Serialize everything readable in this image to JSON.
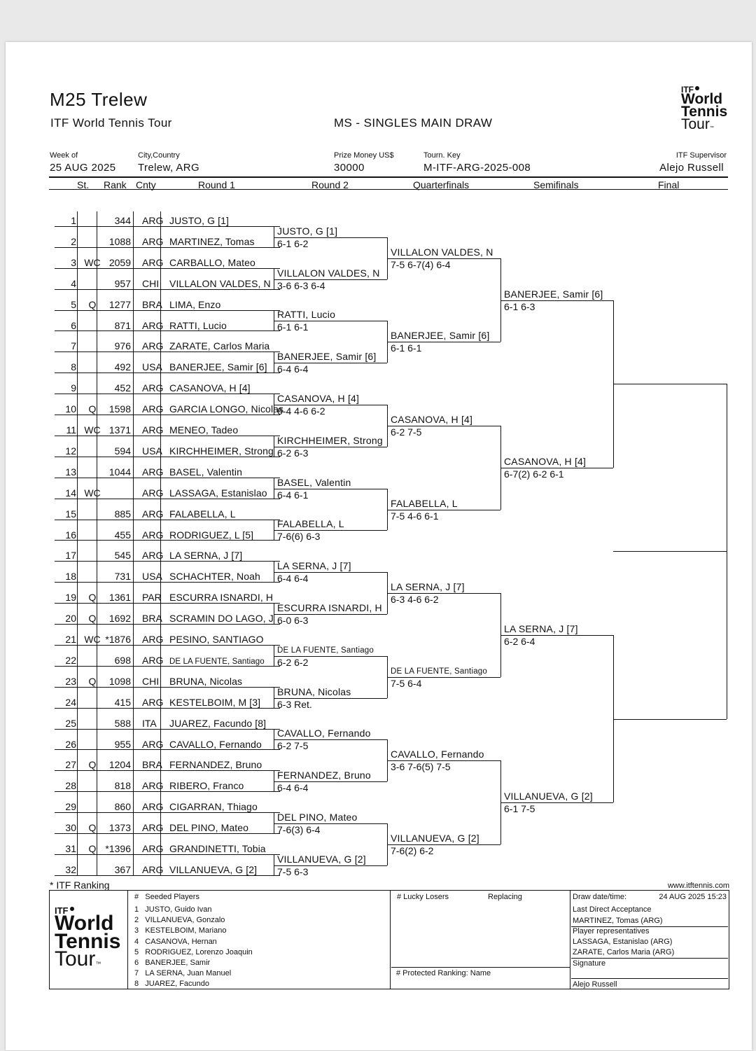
{
  "header": {
    "title": "M25 Trelew",
    "subtitle": "ITF World Tennis Tour",
    "draw_name": "MS - SINGLES MAIN DRAW",
    "week_of_label": "Week of",
    "week_of": "25 AUG 2025",
    "city_label": "City,Country",
    "city": "Trelew, ARG",
    "prize_label": "Prize Money US$",
    "prize": "30000",
    "key_label": "Tourn. Key",
    "key": "M-ITF-ARG-2025-008",
    "supervisor_label": "ITF Supervisor",
    "supervisor": "Alejo Russell"
  },
  "logo": {
    "itf": "ITF",
    "world": "World",
    "tennis": "Tennis",
    "tour": "Tour",
    "tm": "™"
  },
  "columns": {
    "st": "St.",
    "rank": "Rank",
    "cnty": "Cnty",
    "r1": "Round 1",
    "r2": "Round 2",
    "qf": "Quarterfinals",
    "sf": "Semifinals",
    "final": "Final"
  },
  "players": [
    {
      "no": "1",
      "st": "",
      "rank": "344",
      "cnty": "ARG",
      "name": "JUSTO, G [1]"
    },
    {
      "no": "2",
      "st": "",
      "rank": "1088",
      "cnty": "ARG",
      "name": "MARTINEZ, Tomas"
    },
    {
      "no": "3",
      "st": "WC",
      "rank": "2059",
      "cnty": "ARG",
      "name": "CARBALLO, Mateo"
    },
    {
      "no": "4",
      "st": "",
      "rank": "957",
      "cnty": "CHI",
      "name": "VILLALON VALDES, N"
    },
    {
      "no": "5",
      "st": "Q",
      "rank": "1277",
      "cnty": "BRA",
      "name": "LIMA, Enzo"
    },
    {
      "no": "6",
      "st": "",
      "rank": "871",
      "cnty": "ARG",
      "name": "RATTI, Lucio"
    },
    {
      "no": "7",
      "st": "",
      "rank": "976",
      "cnty": "ARG",
      "name": "ZARATE, Carlos Maria"
    },
    {
      "no": "8",
      "st": "",
      "rank": "492",
      "cnty": "USA",
      "name": "BANERJEE, Samir [6]"
    },
    {
      "no": "9",
      "st": "",
      "rank": "452",
      "cnty": "ARG",
      "name": "CASANOVA, H [4]"
    },
    {
      "no": "10",
      "st": "Q",
      "rank": "1598",
      "cnty": "ARG",
      "name": "GARCIA LONGO, Nicolas"
    },
    {
      "no": "11",
      "st": "WC",
      "rank": "1371",
      "cnty": "ARG",
      "name": "MENEO, Tadeo"
    },
    {
      "no": "12",
      "st": "",
      "rank": "594",
      "cnty": "USA",
      "name": "KIRCHHEIMER, Strong"
    },
    {
      "no": "13",
      "st": "",
      "rank": "1044",
      "cnty": "ARG",
      "name": "BASEL, Valentin"
    },
    {
      "no": "14",
      "st": "WC",
      "rank": "",
      "cnty": "ARG",
      "name": "LASSAGA, Estanislao"
    },
    {
      "no": "15",
      "st": "",
      "rank": "885",
      "cnty": "ARG",
      "name": "FALABELLA, L"
    },
    {
      "no": "16",
      "st": "",
      "rank": "455",
      "cnty": "ARG",
      "name": "RODRIGUEZ, L [5]"
    },
    {
      "no": "17",
      "st": "",
      "rank": "545",
      "cnty": "ARG",
      "name": "LA SERNA, J [7]"
    },
    {
      "no": "18",
      "st": "",
      "rank": "731",
      "cnty": "USA",
      "name": "SCHACHTER, Noah"
    },
    {
      "no": "19",
      "st": "Q",
      "rank": "1361",
      "cnty": "PAR",
      "name": "ESCURRA ISNARDI, H"
    },
    {
      "no": "20",
      "st": "Q",
      "rank": "1692",
      "cnty": "BRA",
      "name": "SCRAMIN DO LAGO, J"
    },
    {
      "no": "21",
      "st": "WC",
      "rank": "*1876",
      "cnty": "ARG",
      "name": "PESINO, SANTIAGO"
    },
    {
      "no": "22",
      "st": "",
      "rank": "698",
      "cnty": "ARG",
      "name": "DE LA FUENTE, Santiago",
      "small": true
    },
    {
      "no": "23",
      "st": "Q",
      "rank": "1098",
      "cnty": "CHI",
      "name": "BRUNA, Nicolas"
    },
    {
      "no": "24",
      "st": "",
      "rank": "415",
      "cnty": "ARG",
      "name": "KESTELBOIM, M [3]"
    },
    {
      "no": "25",
      "st": "",
      "rank": "588",
      "cnty": "ITA",
      "name": "JUAREZ, Facundo [8]"
    },
    {
      "no": "26",
      "st": "",
      "rank": "955",
      "cnty": "ARG",
      "name": "CAVALLO, Fernando"
    },
    {
      "no": "27",
      "st": "Q",
      "rank": "1204",
      "cnty": "BRA",
      "name": "FERNANDEZ, Bruno"
    },
    {
      "no": "28",
      "st": "",
      "rank": "818",
      "cnty": "ARG",
      "name": "RIBERO, Franco"
    },
    {
      "no": "29",
      "st": "",
      "rank": "860",
      "cnty": "ARG",
      "name": "CIGARRAN, Thiago"
    },
    {
      "no": "30",
      "st": "Q",
      "rank": "1373",
      "cnty": "ARG",
      "name": "DEL PINO, Mateo"
    },
    {
      "no": "31",
      "st": "Q",
      "rank": "*1396",
      "cnty": "ARG",
      "name": "GRANDINETTI, Tobia"
    },
    {
      "no": "32",
      "st": "",
      "rank": "367",
      "cnty": "ARG",
      "name": "VILLANUEVA, G [2]"
    }
  ],
  "round2": [
    {
      "name": "JUSTO, G [1]",
      "score": "6-1 6-2"
    },
    {
      "name": "VILLALON VALDES, N",
      "score": "3-6 6-3 6-4"
    },
    {
      "name": "RATTI, Lucio",
      "score": "6-1 6-1"
    },
    {
      "name": "BANERJEE, Samir [6]",
      "score": "6-4 6-4"
    },
    {
      "name": "CASANOVA, H [4]",
      "score": "6-4 4-6 6-2"
    },
    {
      "name": "KIRCHHEIMER, Strong",
      "score": "6-2 6-3"
    },
    {
      "name": "BASEL, Valentin",
      "score": "6-4 6-1"
    },
    {
      "name": "FALABELLA, L",
      "score": "7-6(6) 6-3"
    },
    {
      "name": "LA SERNA, J [7]",
      "score": "6-4 6-4"
    },
    {
      "name": "ESCURRA ISNARDI, H",
      "score": "6-0 6-3"
    },
    {
      "name": "DE LA FUENTE, Santiago",
      "score": "6-2 6-2",
      "small": true
    },
    {
      "name": "BRUNA, Nicolas",
      "score": "6-3 Ret."
    },
    {
      "name": "CAVALLO, Fernando",
      "score": "6-2 7-5"
    },
    {
      "name": "FERNANDEZ, Bruno",
      "score": "6-4 6-4"
    },
    {
      "name": "DEL PINO, Mateo",
      "score": "7-6(3) 6-4"
    },
    {
      "name": "VILLANUEVA, G [2]",
      "score": "7-5 6-3"
    }
  ],
  "quarterfinals": [
    {
      "name": "VILLALON VALDES, N",
      "score": "7-5 6-7(4) 6-4"
    },
    {
      "name": "BANERJEE, Samir [6]",
      "score": "6-1 6-1"
    },
    {
      "name": "CASANOVA, H [4]",
      "score": "6-2 7-5"
    },
    {
      "name": "FALABELLA, L",
      "score": "7-5 4-6 6-1"
    },
    {
      "name": "LA SERNA, J [7]",
      "score": "6-3 4-6 6-2"
    },
    {
      "name": "DE LA FUENTE, Santiago",
      "score": "7-5 6-4",
      "small": true
    },
    {
      "name": "CAVALLO, Fernando",
      "score": "3-6 7-6(5) 7-5"
    },
    {
      "name": "VILLANUEVA, G [2]",
      "score": "7-6(2) 6-2"
    }
  ],
  "semifinals": [
    {
      "name": "BANERJEE, Samir [6]",
      "score": "6-1 6-3"
    },
    {
      "name": "CASANOVA, H [4]",
      "score": "6-7(2) 6-2 6-1"
    },
    {
      "name": "LA SERNA, J [7]",
      "score": "6-2 6-4"
    },
    {
      "name": "VILLANUEVA, G [2]",
      "score": "6-1 7-5"
    }
  ],
  "footer": {
    "itf_ranking_note": "* ITF Ranking",
    "website": "www.itftennis.com",
    "seeded_header_hash": "#",
    "seeded_header": "Seeded Players",
    "seeded": [
      {
        "n": "1",
        "name": "JUSTO, Guido Ivan"
      },
      {
        "n": "2",
        "name": "VILLANUEVA, Gonzalo"
      },
      {
        "n": "3",
        "name": "KESTELBOIM, Mariano"
      },
      {
        "n": "4",
        "name": "CASANOVA, Hernan"
      },
      {
        "n": "5",
        "name": "RODRIGUEZ, Lorenzo Joaquin"
      },
      {
        "n": "6",
        "name": "BANERJEE, Samir"
      },
      {
        "n": "7",
        "name": "LA SERNA, Juan Manuel"
      },
      {
        "n": "8",
        "name": "JUAREZ, Facundo"
      }
    ],
    "lucky_losers": "# Lucky Losers",
    "replacing": "Replacing",
    "protected_ranking": "# Protected Ranking: Name",
    "draw_date_label": "Draw date/time:",
    "draw_date": "24 AUG 2025 15:23",
    "last_da_label": "Last Direct Acceptance",
    "last_da": "MARTINEZ, Tomas (ARG)",
    "player_reps_label": "Player representatives",
    "player_rep_1": "LASSAGA, Estanislao (ARG)",
    "player_rep_2": "ZARATE, Carlos Maria (ARG)",
    "signature_label": "Signature",
    "signature": "Alejo Russell"
  }
}
